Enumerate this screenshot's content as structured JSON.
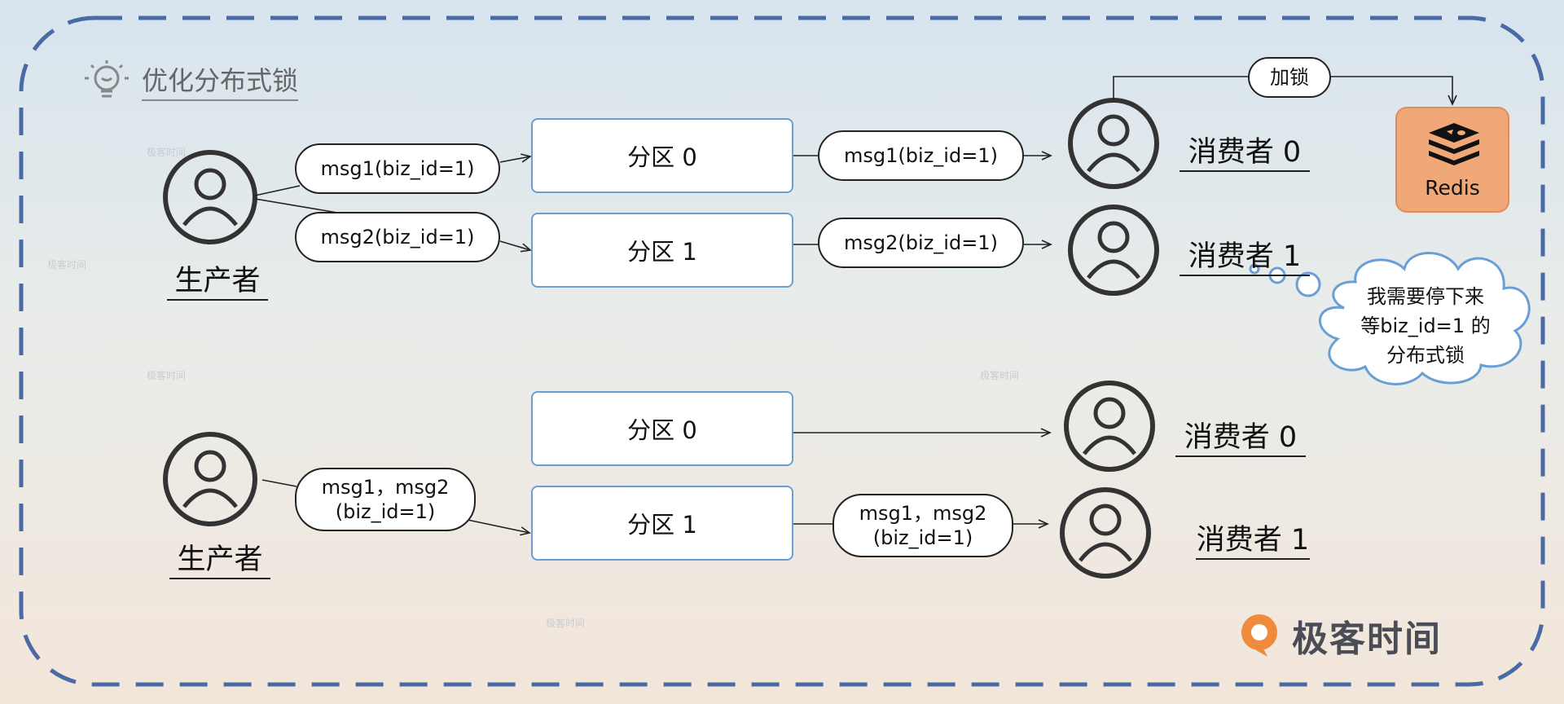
{
  "header": {
    "title": "优化分布式锁",
    "icon": "lightbulb-icon"
  },
  "top": {
    "producer_label": "生产者",
    "messages": [
      "msg1(biz_id=1)",
      "msg2(biz_id=1)"
    ],
    "partitions": [
      "分区 0",
      "分区 1"
    ],
    "consumer_messages": [
      "msg1(biz_id=1)",
      "msg2(biz_id=1)"
    ],
    "consumers": [
      "消费者 0",
      "消费者 1"
    ],
    "lock_label": "加锁",
    "redis_label": "Redis",
    "thought": "我需要停下来\n等biz_id=1 的\n分布式锁"
  },
  "bottom": {
    "producer_label": "生产者",
    "message": "msg1，msg2\n(biz_id=1)",
    "partitions": [
      "分区 0",
      "分区 1"
    ],
    "consumer_message": "msg1，msg2\n(biz_id=1)",
    "consumers": [
      "消费者 0",
      "消费者 1"
    ]
  },
  "brand": {
    "name": "极客时间"
  },
  "watermark": "极客时间",
  "colors": {
    "frame": "#4a6aa5",
    "partition_border": "#6a9fd6",
    "redis": "#f0a878",
    "thought_border": "#6a9fd6"
  }
}
